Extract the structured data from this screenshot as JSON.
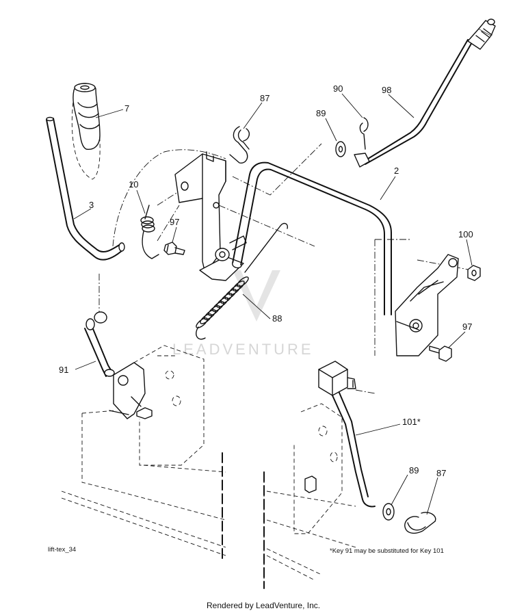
{
  "diagram_id": "lift-tex_34",
  "watermark": "LEADVENTURE",
  "note": "*Key 91 may be substituted for Key 101",
  "footer": "Rendered by LeadVenture, Inc.",
  "callouts": [
    {
      "key": "label-7",
      "text": "7"
    },
    {
      "key": "label-87-top",
      "text": "87"
    },
    {
      "key": "label-90",
      "text": "90"
    },
    {
      "key": "label-98",
      "text": "98"
    },
    {
      "key": "label-89-top",
      "text": "89"
    },
    {
      "key": "label-10",
      "text": "10"
    },
    {
      "key": "label-2",
      "text": "2"
    },
    {
      "key": "label-3",
      "text": "3"
    },
    {
      "key": "label-97-left",
      "text": "97"
    },
    {
      "key": "label-100",
      "text": "100"
    },
    {
      "key": "label-88",
      "text": "88"
    },
    {
      "key": "label-97-right",
      "text": "97"
    },
    {
      "key": "label-91",
      "text": "91"
    },
    {
      "key": "label-101",
      "text": "101*"
    },
    {
      "key": "label-89-bottom",
      "text": "89"
    },
    {
      "key": "label-87-bottom",
      "text": "87"
    }
  ]
}
